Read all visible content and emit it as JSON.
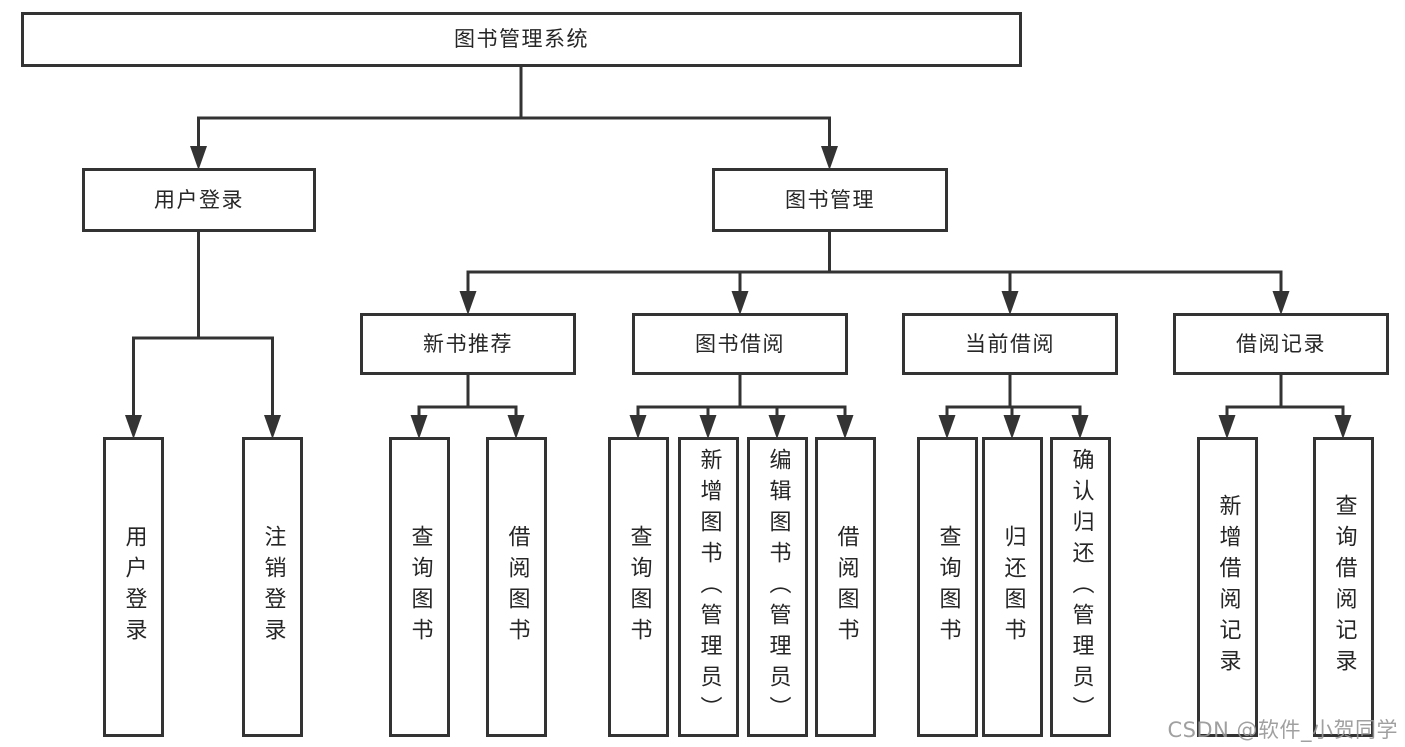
{
  "diagram": {
    "title": "图书管理系统",
    "nodes": {
      "root": "图书管理系统",
      "user_login": "用户登录",
      "book_management": "图书管理",
      "new_book_recommend": "新书推荐",
      "book_borrow": "图书借阅",
      "current_borrow": "当前借阅",
      "borrow_records": "借阅记录",
      "leaves": {
        "login": [
          "用户登录",
          "注销登录"
        ],
        "newbook": [
          "查询图书",
          "借阅图书"
        ],
        "borrow": [
          "查询图书",
          "新增图书（管理员）",
          "编辑图书（管理员）",
          "借阅图书"
        ],
        "current": [
          "查询图书",
          "归还图书",
          "确认归还（管理员）"
        ],
        "records": [
          "新增借阅记录",
          "查询借阅记录"
        ]
      }
    },
    "colors": {
      "line": "#333333",
      "text": "#262626",
      "background": "#ffffff",
      "watermark_gray": "#969696"
    }
  },
  "watermark": "CSDN @软件_小贺同学"
}
